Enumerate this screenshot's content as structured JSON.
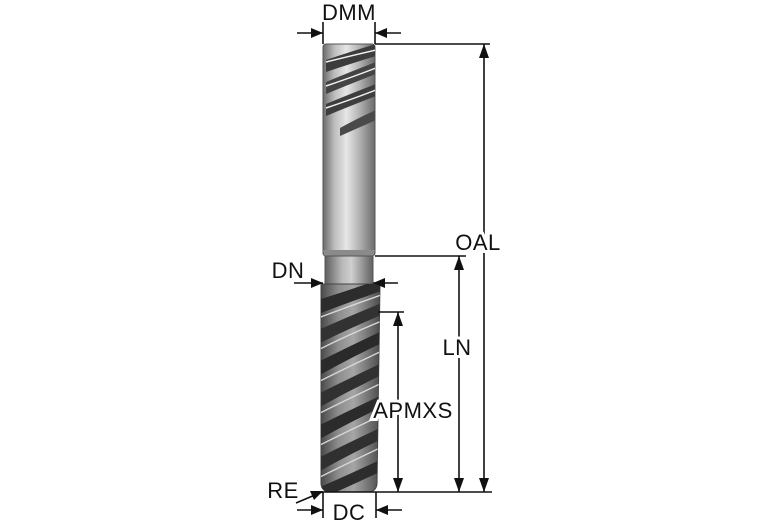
{
  "labels": {
    "dmm": "DMM",
    "oal": "OAL",
    "dn": "DN",
    "ln": "LN",
    "apmxs": "APMXS",
    "re": "RE",
    "dc": "DC"
  },
  "colors": {
    "background": "#ffffff",
    "dimension_lines": "#111111",
    "tool_metal_light": "#e2e2e2",
    "tool_metal_mid": "#a3a3a3",
    "tool_metal_dark": "#5a5a5a",
    "flute_dark": "#2c2c2c"
  }
}
